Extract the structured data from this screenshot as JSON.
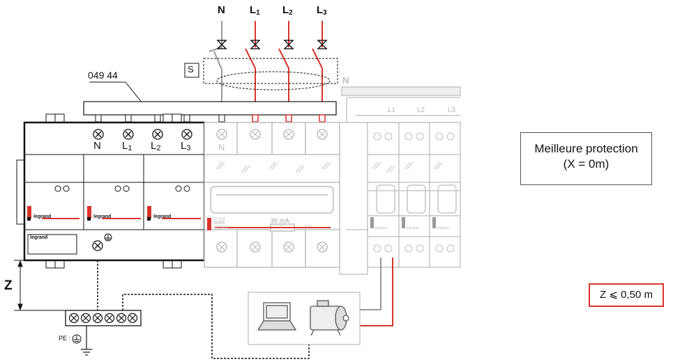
{
  "phases": {
    "n": "N",
    "l1": "L",
    "l1_sub": "1",
    "l2": "L",
    "l2_sub": "2",
    "l3": "L",
    "l3_sub": "3"
  },
  "device_ref": "049 44",
  "switch_label": "S",
  "spd_terminals": {
    "n": "N",
    "l1": "L",
    "l1_sub": "1",
    "l2": "L",
    "l2_sub": "2",
    "l3": "L",
    "l3_sub": "3"
  },
  "brand": "legrand",
  "rcd": {
    "n_label": "N",
    "rating": "C32",
    "sensitivity": "30 mA",
    "type": "T"
  },
  "downstream": {
    "n_label": "N",
    "l1": "L1",
    "l2": "L2",
    "l3": "L3"
  },
  "info_box": {
    "line1": "Meilleure protection",
    "line2": "(X = 0m)"
  },
  "z_label": "Z",
  "z_rule": "Z ⩽ 0,50 m",
  "pe_label": "PE :",
  "colors": {
    "phase_wire": "#d9342b",
    "neutral_wire": "#999999",
    "grey_device": "#bdbdbd",
    "outline": "#111111"
  }
}
